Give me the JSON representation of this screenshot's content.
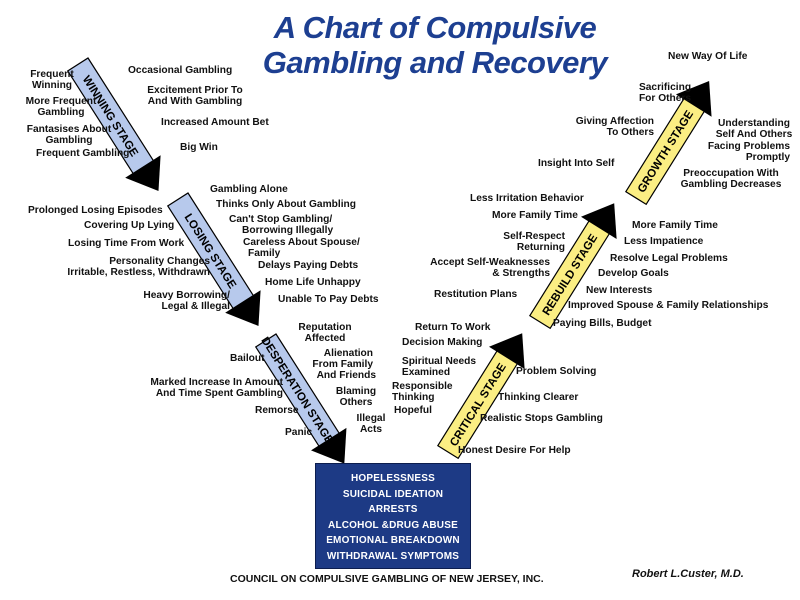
{
  "title_line1": "A Chart of Compulsive",
  "title_line2": "Gambling and Recovery",
  "stages": {
    "winning": "WINNING STAGE",
    "losing": "LOSING STAGE",
    "desperation": "DESPERATION STAGE",
    "critical": "CRITICAL STAGE",
    "rebuild": "REBUILD STAGE",
    "growth": "GROWTH STAGE"
  },
  "winning_left": [
    "Frequent Winning",
    "More Frequent Gambling",
    "Fantasises About Gambling",
    "Frequent Gambling"
  ],
  "winning_right": [
    "Occasional Gambling",
    "Excitement Prior To And With Gambling",
    "Increased Amount Bet",
    "Big Win"
  ],
  "losing_left": [
    "Prolonged Losing Episodes",
    "Covering Up Lying",
    "Losing Time From Work",
    "Personality Changes",
    "Irritable, Restless, Withdrawn",
    "Heavy Borrowing/",
    "Legal & Illegal"
  ],
  "losing_right": [
    "Gambling Alone",
    "Thinks Only About Gambling",
    "Can't Stop Gambling/",
    "Borrowing Illegally",
    "Careless About Spouse/",
    "Family",
    "Delays Paying Debts",
    "Home Life Unhappy",
    "Unable To Pay Debts"
  ],
  "desperation_left": [
    "Bailout",
    "Marked Increase In Amount",
    "And Time Spent Gambling",
    "Remorse",
    "Panic"
  ],
  "desperation_right": [
    "Reputation",
    "Affected",
    "Alienation",
    "From Family",
    "And Friends",
    "Blaming",
    "Others",
    "Illegal",
    "Acts"
  ],
  "critical_left": [
    "Return To Work",
    "Decision Making",
    "Spiritual Needs",
    "Examined",
    "Responsible",
    "Thinking",
    "Hopeful"
  ],
  "critical_right": [
    "Problem Solving",
    "Thinking Clearer",
    "Realistic Stops Gambling",
    "Honest Desire For Help"
  ],
  "rebuild_left": [
    "Less Irritation Behavior",
    "More Family Time",
    "Self-Respect",
    "Returning",
    "Accept Self-Weaknesses",
    "& Strengths",
    "Restitution Plans"
  ],
  "rebuild_right": [
    "More Family Time",
    "Less Impatience",
    "Resolve Legal Problems",
    "Develop Goals",
    "New Interests",
    "Improved Spouse & Family Relationships",
    "Paying Bills, Budget"
  ],
  "growth_left": [
    "Sacrificing",
    "For Others",
    "Giving Affection",
    "To Others",
    "Insight Into Self"
  ],
  "growth_right": [
    "New Way Of Life",
    "Understanding",
    "Self And Others",
    "Facing Problems",
    "Promptly",
    "Preoccupation With",
    "Gambling Decreases"
  ],
  "bottom_box": [
    "HOPELESSNESS",
    "SUICIDAL IDEATION",
    "ARRESTS",
    "ALCOHOL &DRUG ABUSE",
    "EMOTIONAL BREAKDOWN",
    "WITHDRAWAL SYMPTOMS"
  ],
  "footer": "COUNCIL ON COMPULSIVE GAMBLING OF NEW JERSEY, INC.",
  "author": "Robert L.Custer, M.D.",
  "colors": {
    "title": "#1d3f91",
    "descent_arrow": "#b7c9ec",
    "recovery_arrow": "#fbee83",
    "box": "#1d3a85"
  }
}
